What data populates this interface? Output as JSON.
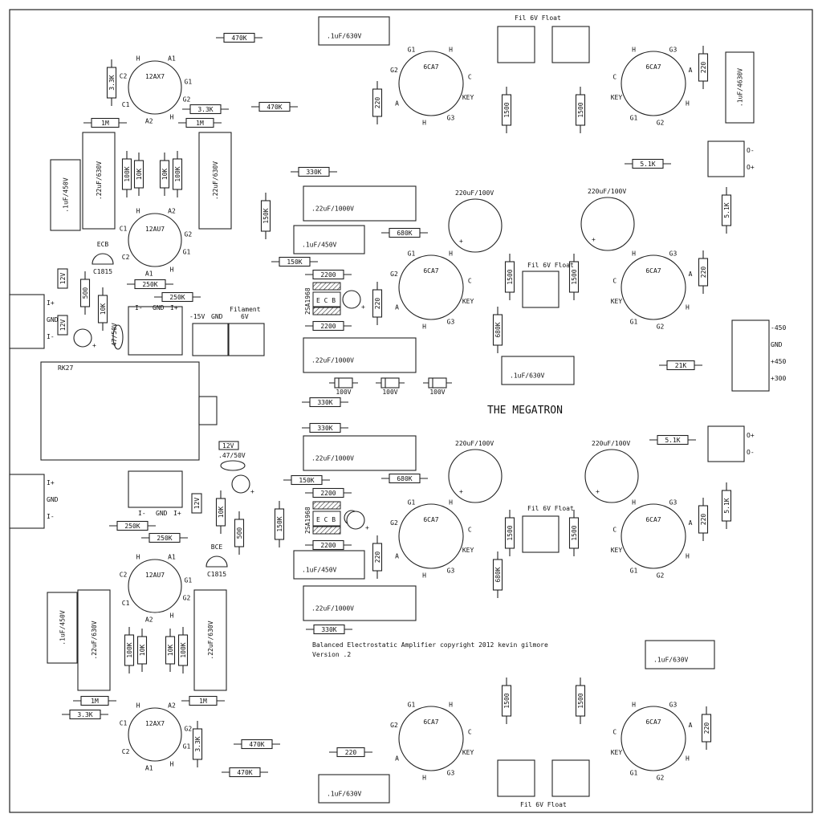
{
  "title": "THE MEGATRON",
  "copyright": "Balanced Electrostatic Amplifier copyright 2012 kevin gilmore",
  "version": "Version .2",
  "resistors": [
    {
      "label": "470K",
      "o": "h"
    },
    {
      "label": "3.3K",
      "o": "v"
    },
    {
      "label": "3.3K",
      "o": "h"
    },
    {
      "label": "470K",
      "o": "h"
    },
    {
      "label": "1M",
      "o": "h"
    },
    {
      "label": "1M",
      "o": "h"
    },
    {
      "label": "100K",
      "o": "v"
    },
    {
      "label": "10K",
      "o": "v"
    },
    {
      "label": "10K",
      "o": "v"
    },
    {
      "label": "100K",
      "o": "v"
    },
    {
      "label": "220",
      "o": "v"
    },
    {
      "label": "1500",
      "o": "v"
    },
    {
      "label": "1500",
      "o": "v"
    },
    {
      "label": "220",
      "o": "v"
    },
    {
      "label": "330K",
      "o": "h"
    },
    {
      "label": "5.1K",
      "o": "h"
    },
    {
      "label": "150K",
      "o": "v"
    },
    {
      "label": "680K",
      "o": "h"
    },
    {
      "label": "5.1K",
      "o": "v"
    },
    {
      "label": "150K",
      "o": "h"
    },
    {
      "label": "2200",
      "o": "h"
    },
    {
      "label": "1500",
      "o": "v"
    },
    {
      "label": "1500",
      "o": "v"
    },
    {
      "label": "220",
      "o": "v"
    },
    {
      "label": "220",
      "o": "v"
    },
    {
      "label": "250K",
      "o": "h"
    },
    {
      "label": "250K",
      "o": "h"
    },
    {
      "label": "500",
      "o": "v"
    },
    {
      "label": "10K",
      "o": "v"
    },
    {
      "label": "2200",
      "o": "h"
    },
    {
      "label": "680K",
      "o": "v"
    },
    {
      "label": "21K",
      "o": "h"
    },
    {
      "label": "330K",
      "o": "h"
    },
    {
      "label": "330K",
      "o": "h"
    },
    {
      "label": "5.1K",
      "o": "h"
    },
    {
      "label": "150K",
      "o": "h"
    },
    {
      "label": "680K",
      "o": "h"
    },
    {
      "label": "2200",
      "o": "h"
    },
    {
      "label": "1500",
      "o": "v"
    },
    {
      "label": "1500",
      "o": "v"
    },
    {
      "label": "220",
      "o": "v"
    },
    {
      "label": "5.1K",
      "o": "v"
    },
    {
      "label": "250K",
      "o": "h"
    },
    {
      "label": "250K",
      "o": "h"
    },
    {
      "label": "10K",
      "o": "v"
    },
    {
      "label": "500",
      "o": "v"
    },
    {
      "label": "150K",
      "o": "v"
    },
    {
      "label": "2200",
      "o": "h"
    },
    {
      "label": "220",
      "o": "v"
    },
    {
      "label": "680K",
      "o": "v"
    },
    {
      "label": "330K",
      "o": "h"
    },
    {
      "label": "100K",
      "o": "v"
    },
    {
      "label": "10K",
      "o": "v"
    },
    {
      "label": "10K",
      "o": "v"
    },
    {
      "label": "100K",
      "o": "v"
    },
    {
      "label": "1M",
      "o": "h"
    },
    {
      "label": "1M",
      "o": "h"
    },
    {
      "label": "3.3K",
      "o": "h"
    },
    {
      "label": "3.3K",
      "o": "v"
    },
    {
      "label": "470K",
      "o": "h"
    },
    {
      "label": "470K",
      "o": "h"
    },
    {
      "label": "220",
      "o": "h"
    },
    {
      "label": "1500",
      "o": "v"
    },
    {
      "label": "1500",
      "o": "v"
    },
    {
      "label": "220",
      "o": "v"
    }
  ],
  "capacitors": [
    {
      "label": ".1uF/630V",
      "o": "h"
    },
    {
      "label": ".1uF/4630V",
      "o": "v"
    },
    {
      "label": ".22uF/630V",
      "o": "v"
    },
    {
      "label": ".22uF/630V",
      "o": "v"
    },
    {
      "label": ".1uF/450V",
      "o": "v"
    },
    {
      "label": ".22uF/1000V",
      "o": "h"
    },
    {
      "label": ".1uF/450V",
      "o": "h"
    },
    {
      "label": ".22uF/1000V",
      "o": "h"
    },
    {
      "label": ".1uF/630V",
      "o": "h"
    },
    {
      "label": ".22uF/1000V",
      "o": "h"
    },
    {
      "label": ".1uF/450V",
      "o": "h"
    },
    {
      "label": ".22uF/1000V",
      "o": "h"
    },
    {
      "label": ".1uF/630V",
      "o": "h"
    },
    {
      "label": ".1uF/450V",
      "o": "v"
    },
    {
      "label": ".22uF/630V",
      "o": "v"
    },
    {
      "label": ".22uF/630V",
      "o": "v"
    },
    {
      "label": ".1uF/630V",
      "o": "h"
    }
  ],
  "electrolytics": [
    {
      "label": "220uF/100V"
    },
    {
      "label": "220uF/100V"
    },
    {
      "label": "220uF/100V"
    },
    {
      "label": "220uF/100V"
    }
  ],
  "small_caps": [
    {
      "label": ".47/50V"
    },
    {
      "label": ".47/50V"
    }
  ],
  "zeners": [
    {
      "label": "12V"
    },
    {
      "label": "12V"
    },
    {
      "label": "12V"
    },
    {
      "label": "12V"
    }
  ],
  "diodes": [
    {
      "label": "100V"
    },
    {
      "label": "100V"
    },
    {
      "label": "100V"
    }
  ],
  "tubes": [
    {
      "type": "6CA7",
      "pins": [
        "G1",
        "H",
        "G2",
        "C",
        "KEY",
        "A",
        "H",
        "G3"
      ]
    },
    {
      "type": "6CA7",
      "pins": [
        "G3",
        "H",
        "A",
        "C",
        "KEY",
        "H",
        "G2",
        "G1"
      ]
    },
    {
      "type": "6CA7",
      "pins": [
        "G1",
        "H",
        "G2",
        "C",
        "KEY",
        "A",
        "H",
        "G3"
      ]
    },
    {
      "type": "6CA7",
      "pins": [
        "G3",
        "H",
        "A",
        "C",
        "KEY",
        "H",
        "G2",
        "G1"
      ]
    },
    {
      "type": "6CA7",
      "pins": [
        "G1",
        "H",
        "G2",
        "C",
        "KEY",
        "A",
        "H",
        "G3"
      ]
    },
    {
      "type": "6CA7",
      "pins": [
        "G3",
        "H",
        "A",
        "C",
        "KEY",
        "H",
        "G2",
        "G1"
      ]
    },
    {
      "type": "6CA7",
      "pins": [
        "G1",
        "H",
        "G2",
        "C",
        "KEY",
        "A",
        "H",
        "G3"
      ]
    },
    {
      "type": "6CA7",
      "pins": [
        "G3",
        "H",
        "A",
        "C",
        "KEY",
        "H",
        "G2",
        "G1"
      ]
    },
    {
      "type": "12AX7",
      "pins": [
        "H",
        "A1",
        "C2",
        "G1",
        "G2",
        "C1",
        "A2",
        "H"
      ]
    },
    {
      "type": "12AU7",
      "pins": [
        "H",
        "A2",
        "C1",
        "G2",
        "G1",
        "C2",
        "A1",
        "H"
      ]
    },
    {
      "type": "12AU7",
      "pins": [
        "H",
        "A1",
        "C2",
        "G1",
        "G2",
        "C1",
        "A2",
        "H"
      ]
    },
    {
      "type": "12AX7",
      "pins": [
        "H",
        "A2",
        "C1",
        "G2",
        "G1",
        "C2",
        "A1",
        "H"
      ]
    }
  ],
  "transistors": [
    {
      "label": "C1815",
      "pins": "ECB"
    },
    {
      "label": "C1815",
      "pins": "BCE"
    },
    {
      "label": "2SA1968",
      "pins": "E C B"
    },
    {
      "label": "2SA1968",
      "pins": "E C B"
    }
  ],
  "filament_labels": [
    "Fil 6V Float",
    "Fil 6V Float",
    "Fil 6V Float",
    "Fil 6V Float"
  ],
  "pot_label": "RK27",
  "connectors": {
    "input_top": [
      "I+",
      "GND",
      "I-"
    ],
    "input_bottom": [
      "I+",
      "GND",
      "I-"
    ],
    "power_small": [
      "-15V",
      "GND"
    ],
    "filament": [
      "Filament",
      "6V"
    ],
    "hv": [
      "-450",
      "GND",
      "+450",
      "+300"
    ],
    "out_top": [
      "O-",
      "O+"
    ],
    "out_bottom": [
      "O+",
      "O-"
    ],
    "mid_top": [
      "I-",
      "GND",
      "I+"
    ],
    "mid_bottom": [
      "I-",
      "GND",
      "I+"
    ]
  }
}
